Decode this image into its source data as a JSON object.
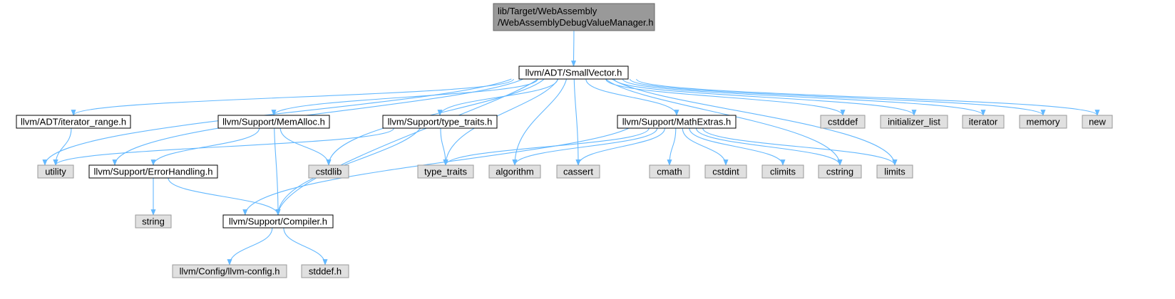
{
  "colors": {
    "edge": "#63b8ff",
    "root_fill": "#999999",
    "project_fill": "#ffffff",
    "system_fill": "#e0e0e0",
    "project_border": "#000000",
    "system_border": "#999999"
  },
  "nodes": [
    {
      "id": "root",
      "lines": [
        "lib/Target/WebAssembly",
        "/WebAssemblyDebugValueManager.h"
      ],
      "kind": "root"
    },
    {
      "id": "smallvector",
      "lines": [
        "llvm/ADT/SmallVector.h"
      ],
      "kind": "project"
    },
    {
      "id": "iterator_range",
      "lines": [
        "llvm/ADT/iterator_range.h"
      ],
      "kind": "project"
    },
    {
      "id": "memalloc",
      "lines": [
        "llvm/Support/MemAlloc.h"
      ],
      "kind": "project"
    },
    {
      "id": "type_traits_h",
      "lines": [
        "llvm/Support/type_traits.h"
      ],
      "kind": "project"
    },
    {
      "id": "mathextras",
      "lines": [
        "llvm/Support/MathExtras.h"
      ],
      "kind": "project"
    },
    {
      "id": "cstddef",
      "lines": [
        "cstddef"
      ],
      "kind": "system"
    },
    {
      "id": "initializer_list",
      "lines": [
        "initializer_list"
      ],
      "kind": "system"
    },
    {
      "id": "iterator",
      "lines": [
        "iterator"
      ],
      "kind": "system"
    },
    {
      "id": "memory",
      "lines": [
        "memory"
      ],
      "kind": "system"
    },
    {
      "id": "new",
      "lines": [
        "new"
      ],
      "kind": "system"
    },
    {
      "id": "utility",
      "lines": [
        "utility"
      ],
      "kind": "system"
    },
    {
      "id": "errorhandling",
      "lines": [
        "llvm/Support/ErrorHandling.h"
      ],
      "kind": "project"
    },
    {
      "id": "cstdlib",
      "lines": [
        "cstdlib"
      ],
      "kind": "system"
    },
    {
      "id": "type_traits",
      "lines": [
        "type_traits"
      ],
      "kind": "system"
    },
    {
      "id": "algorithm",
      "lines": [
        "algorithm"
      ],
      "kind": "system"
    },
    {
      "id": "cassert",
      "lines": [
        "cassert"
      ],
      "kind": "system"
    },
    {
      "id": "cmath",
      "lines": [
        "cmath"
      ],
      "kind": "system"
    },
    {
      "id": "cstdint",
      "lines": [
        "cstdint"
      ],
      "kind": "system"
    },
    {
      "id": "climits",
      "lines": [
        "climits"
      ],
      "kind": "system"
    },
    {
      "id": "cstring",
      "lines": [
        "cstring"
      ],
      "kind": "system"
    },
    {
      "id": "limits",
      "lines": [
        "limits"
      ],
      "kind": "system"
    },
    {
      "id": "string",
      "lines": [
        "string"
      ],
      "kind": "system"
    },
    {
      "id": "compiler",
      "lines": [
        "llvm/Support/Compiler.h"
      ],
      "kind": "project"
    },
    {
      "id": "llvm_config",
      "lines": [
        "llvm/Config/llvm-config.h"
      ],
      "kind": "system"
    },
    {
      "id": "stddef",
      "lines": [
        "stddef.h"
      ],
      "kind": "system"
    }
  ],
  "edges": [
    {
      "from": "root",
      "to": "smallvector"
    },
    {
      "from": "smallvector",
      "to": "iterator_range"
    },
    {
      "from": "smallvector",
      "to": "memalloc"
    },
    {
      "from": "smallvector",
      "to": "type_traits_h"
    },
    {
      "from": "smallvector",
      "to": "mathextras"
    },
    {
      "from": "smallvector",
      "to": "cstddef"
    },
    {
      "from": "smallvector",
      "to": "initializer_list"
    },
    {
      "from": "smallvector",
      "to": "iterator"
    },
    {
      "from": "smallvector",
      "to": "memory"
    },
    {
      "from": "smallvector",
      "to": "new"
    },
    {
      "from": "smallvector",
      "to": "utility"
    },
    {
      "from": "smallvector",
      "to": "errorhandling"
    },
    {
      "from": "smallvector",
      "to": "compiler"
    },
    {
      "from": "smallvector",
      "to": "cstdlib"
    },
    {
      "from": "smallvector",
      "to": "type_traits"
    },
    {
      "from": "smallvector",
      "to": "algorithm"
    },
    {
      "from": "smallvector",
      "to": "cassert"
    },
    {
      "from": "smallvector",
      "to": "cstring"
    },
    {
      "from": "smallvector",
      "to": "limits"
    },
    {
      "from": "iterator_range",
      "to": "utility"
    },
    {
      "from": "memalloc",
      "to": "errorhandling"
    },
    {
      "from": "memalloc",
      "to": "compiler"
    },
    {
      "from": "memalloc",
      "to": "cstdlib"
    },
    {
      "from": "type_traits_h",
      "to": "utility"
    },
    {
      "from": "type_traits_h",
      "to": "compiler"
    },
    {
      "from": "type_traits_h",
      "to": "type_traits"
    },
    {
      "from": "mathextras",
      "to": "type_traits"
    },
    {
      "from": "mathextras",
      "to": "algorithm"
    },
    {
      "from": "mathextras",
      "to": "cassert"
    },
    {
      "from": "mathextras",
      "to": "cmath"
    },
    {
      "from": "mathextras",
      "to": "cstdint"
    },
    {
      "from": "mathextras",
      "to": "climits"
    },
    {
      "from": "mathextras",
      "to": "cstring"
    },
    {
      "from": "mathextras",
      "to": "limits"
    },
    {
      "from": "mathextras",
      "to": "compiler"
    },
    {
      "from": "errorhandling",
      "to": "string"
    },
    {
      "from": "errorhandling",
      "to": "compiler"
    },
    {
      "from": "compiler",
      "to": "llvm_config"
    },
    {
      "from": "compiler",
      "to": "stddef"
    }
  ]
}
